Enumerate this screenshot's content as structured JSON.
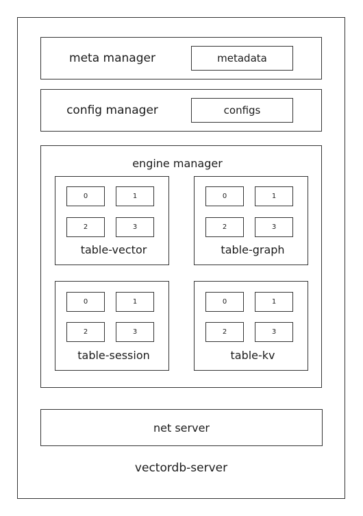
{
  "server": {
    "label": "vectordb-server"
  },
  "meta_manager": {
    "label": "meta manager",
    "inner": "metadata"
  },
  "config_manager": {
    "label": "config manager",
    "inner": "configs"
  },
  "engine_manager": {
    "label": "engine manager",
    "tables": [
      {
        "label": "table-vector",
        "cells": [
          "0",
          "1",
          "2",
          "3"
        ]
      },
      {
        "label": "table-graph",
        "cells": [
          "0",
          "1",
          "2",
          "3"
        ]
      },
      {
        "label": "table-session",
        "cells": [
          "0",
          "1",
          "2",
          "3"
        ]
      },
      {
        "label": "table-kv",
        "cells": [
          "0",
          "1",
          "2",
          "3"
        ]
      }
    ]
  },
  "net_server": {
    "label": "net server"
  }
}
